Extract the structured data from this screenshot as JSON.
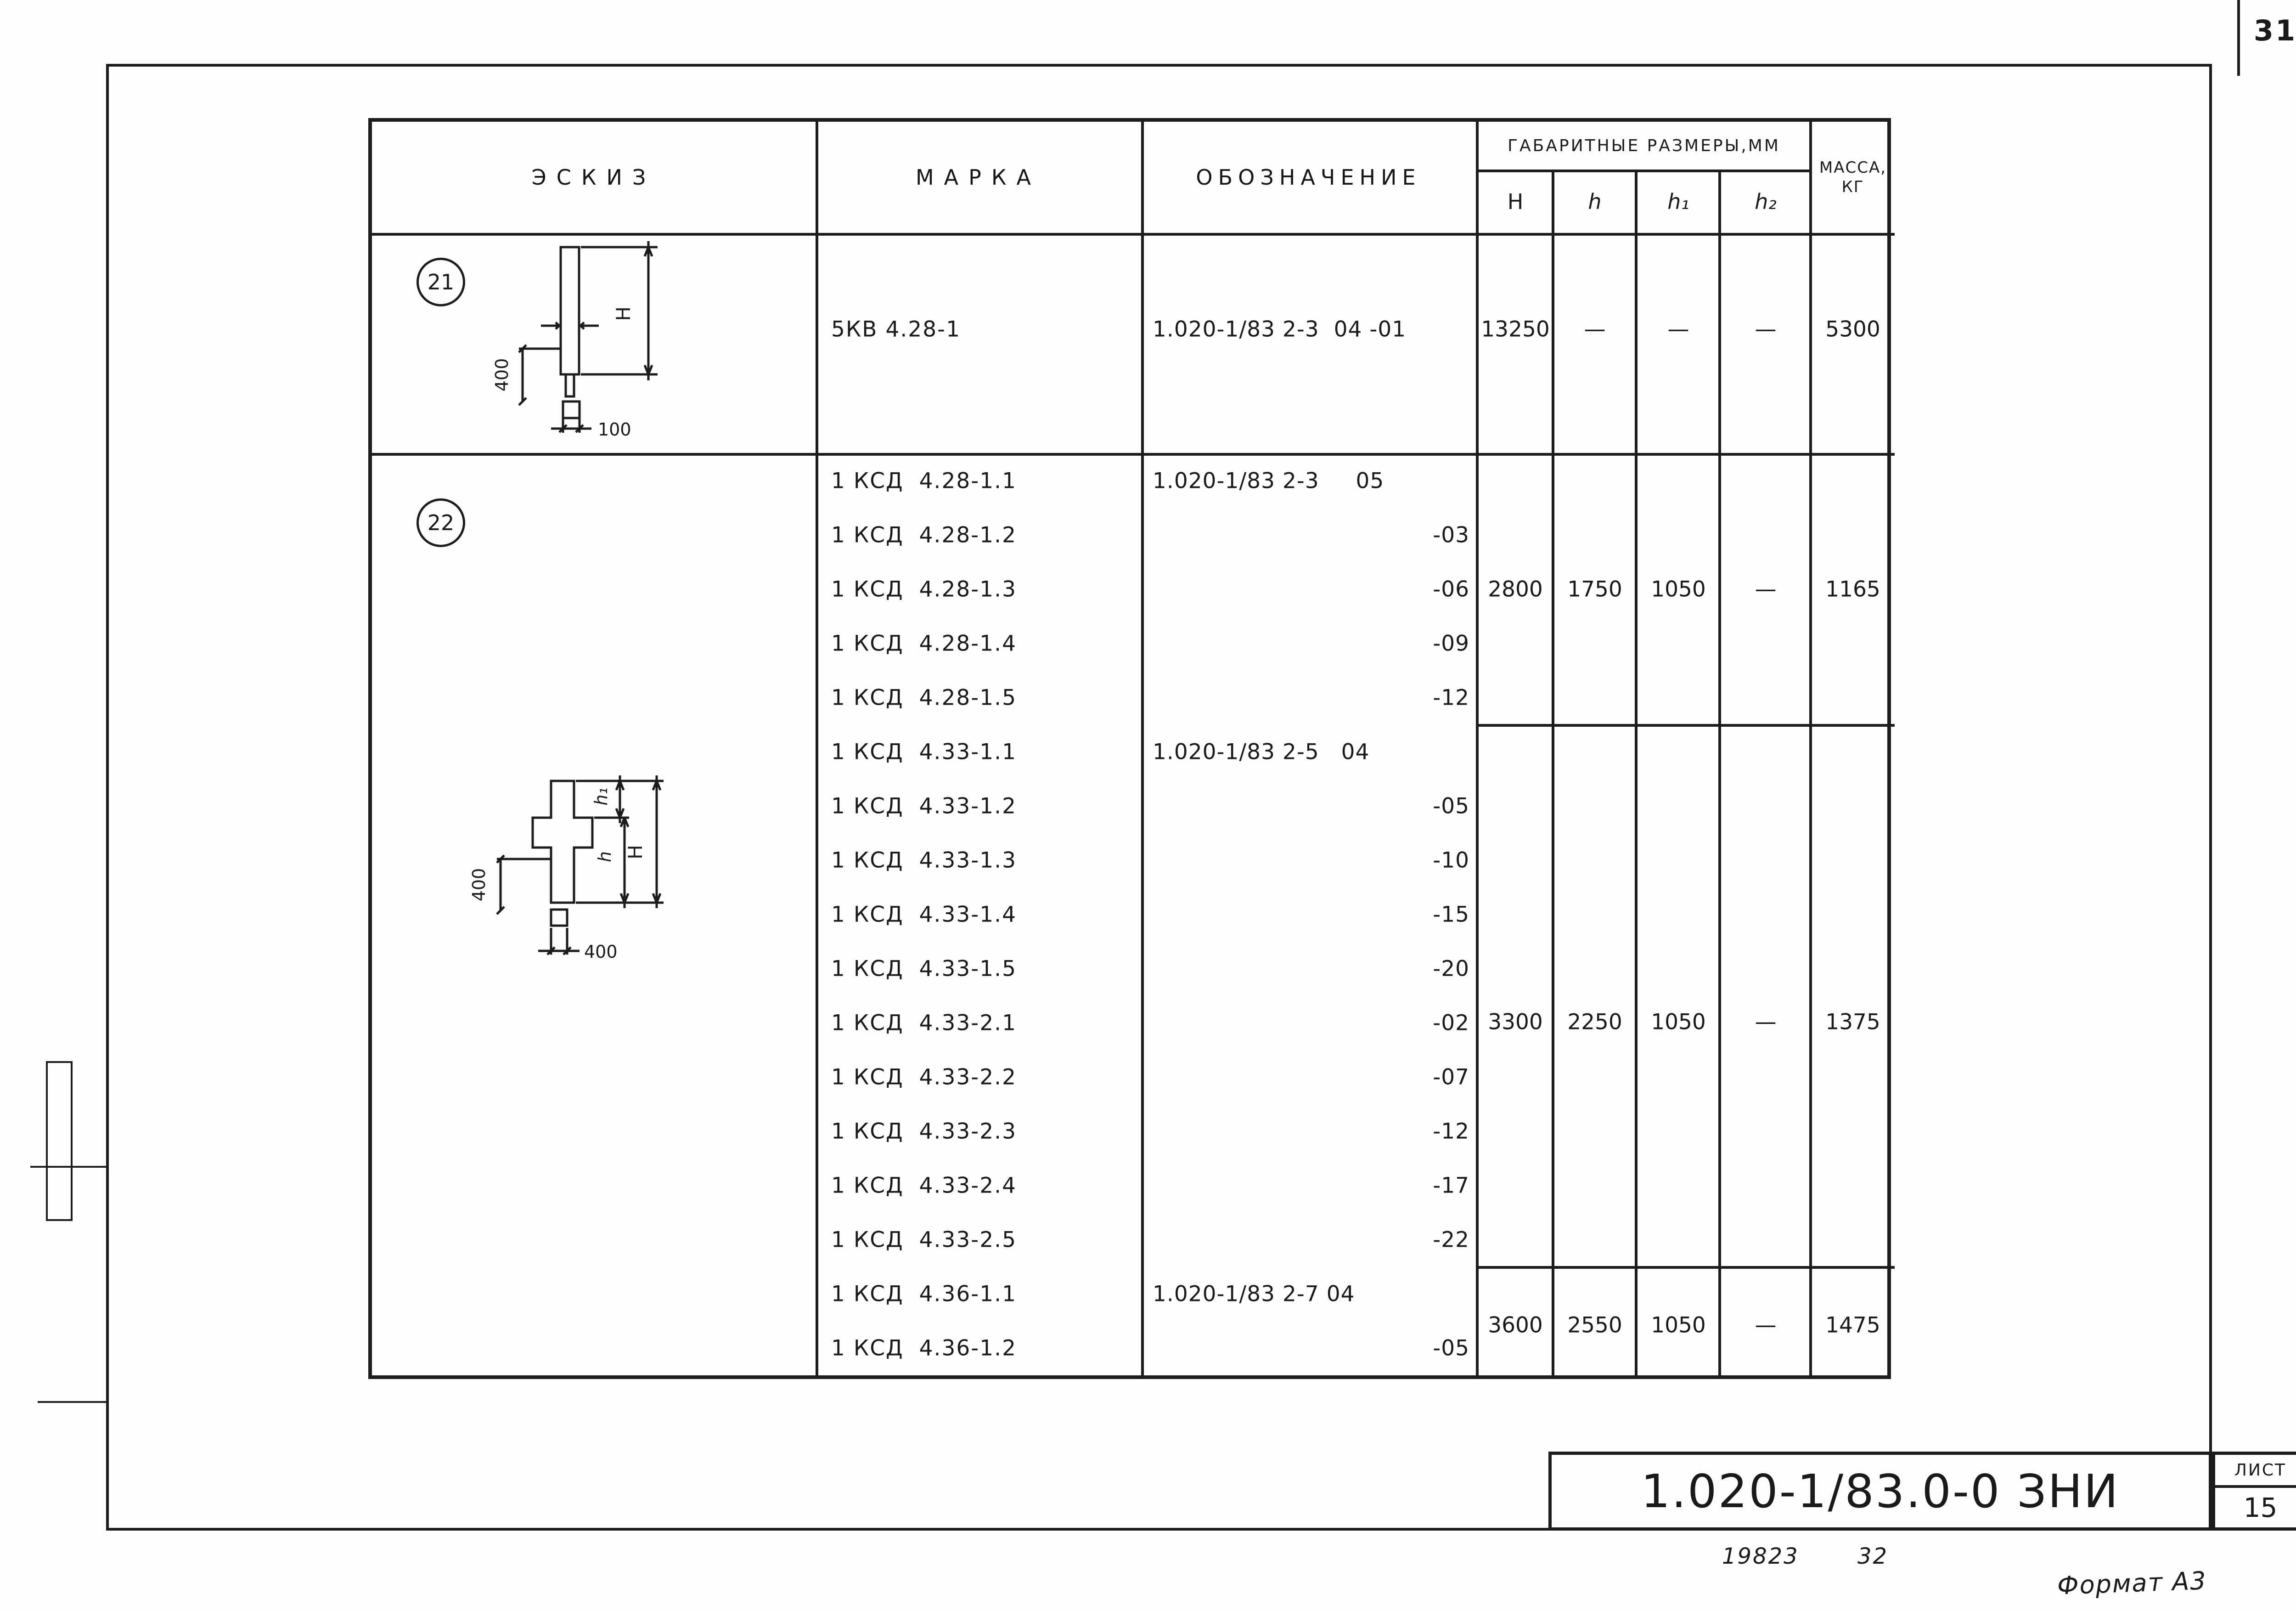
{
  "page": {
    "sheet_number_top": "31",
    "footer_left_number": "19823",
    "footer_right_number": "32",
    "format_note": "Формат А3",
    "title_block": {
      "title": "1.020-1/83.0-0 ЗНИ",
      "sheet_label": "ЛИСТ",
      "sheet_value": "15"
    }
  },
  "table": {
    "headers": {
      "sketch": "ЭСКИЗ",
      "mark": "МАРКА",
      "designation": "ОБОЗНАЧЕНИЕ",
      "dims_group": "ГАБАРИТНЫЕ РАЗМЕРЫ,ММ",
      "dim_H": "Н",
      "dim_h": "h",
      "dim_h1": "h₁",
      "dim_h2": "h₂",
      "mass_line1": "МАССА,",
      "mass_line2": "КГ"
    },
    "row21": {
      "sketch_no": "21",
      "mark": "5КВ 4.28-1",
      "designation": "1.020-1/83 2-3  04 -01",
      "H": "13250",
      "h": "—",
      "h1": "—",
      "h2": "—",
      "mass": "5300",
      "sketch_labels": {
        "embed": "400",
        "base": "100",
        "height": "Н"
      }
    },
    "row22": {
      "sketch_no": "22",
      "entries": [
        {
          "mark": "1 КСД  4.28-1.1",
          "designation": "1.020-1/83 2-3     05"
        },
        {
          "mark": "1 КСД  4.28-1.2",
          "designation": "-03"
        },
        {
          "mark": "1 КСД  4.28-1.3",
          "designation": "-06"
        },
        {
          "mark": "1 КСД  4.28-1.4",
          "designation": "-09"
        },
        {
          "mark": "1 КСД  4.28-1.5",
          "designation": "-12"
        },
        {
          "mark": "1 КСД  4.33-1.1",
          "designation": "1.020-1/83 2-5   04"
        },
        {
          "mark": "1 КСД  4.33-1.2",
          "designation": "-05"
        },
        {
          "mark": "1 КСД  4.33-1.3",
          "designation": "-10"
        },
        {
          "mark": "1 КСД  4.33-1.4",
          "designation": "-15"
        },
        {
          "mark": "1 КСД  4.33-1.5",
          "designation": "-20"
        },
        {
          "mark": "1 КСД  4.33-2.1",
          "designation": "-02"
        },
        {
          "mark": "1 КСД  4.33-2.2",
          "designation": "-07"
        },
        {
          "mark": "1 КСД  4.33-2.3",
          "designation": "-12"
        },
        {
          "mark": "1 КСД  4.33-2.4",
          "designation": "-17"
        },
        {
          "mark": "1 КСД  4.33-2.5",
          "designation": "-22"
        },
        {
          "mark": "1 КСД  4.36-1.1",
          "designation": "1.020-1/83 2-7 04"
        },
        {
          "mark": "1 КСД  4.36-1.2",
          "designation": "-05"
        }
      ],
      "groups": [
        {
          "H": "2800",
          "h": "1750",
          "h1": "1050",
          "h2": "—",
          "mass": "1165"
        },
        {
          "H": "3300",
          "h": "2250",
          "h1": "1050",
          "h2": "—",
          "mass": "1375"
        },
        {
          "H": "3600",
          "h": "2550",
          "h1": "1050",
          "h2": "—",
          "mass": "1475"
        }
      ],
      "sketch_labels": {
        "embed": "400",
        "base": "400",
        "h": "h",
        "h1": "h₁",
        "height": "Н"
      }
    }
  }
}
